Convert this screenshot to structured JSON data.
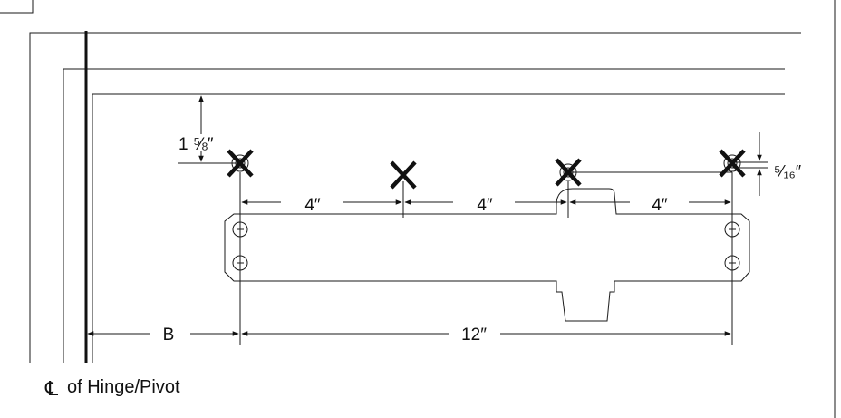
{
  "labels": {
    "top_offset": "1 ⅝″",
    "spacing_1": "4″",
    "spacing_2": "4″",
    "spacing_3": "4″",
    "hole_offset": "⁵⁄₁₆″",
    "dim_b": "B",
    "dim_total": "12″",
    "centerline_symbol": "℄",
    "hinge_caption": "of Hinge/Pivot"
  },
  "icons": {
    "mount_hole": "cross-x-icon",
    "screw": "screw-head-icon"
  },
  "colors": {
    "line": "#1a1a1a",
    "background": "#ffffff"
  }
}
